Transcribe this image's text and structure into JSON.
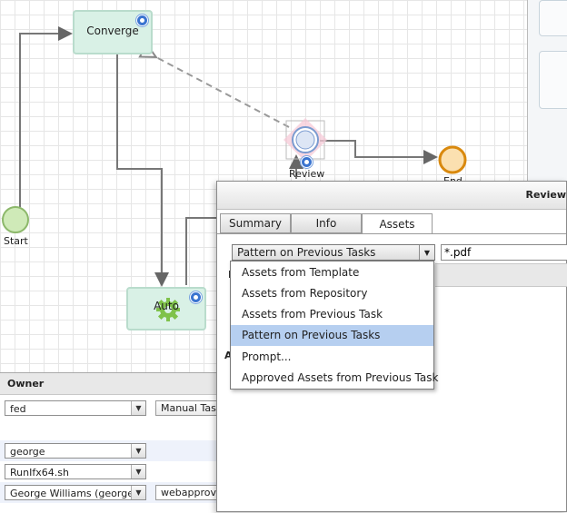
{
  "diagram": {
    "nodes": {
      "converge": "Converge",
      "review": "Review",
      "end": "End",
      "start": "Start",
      "auto": "Auto"
    }
  },
  "owner_panel": {
    "header": "Owner",
    "rows": [
      {
        "owner": "fed",
        "task_type": "Manual Task"
      },
      {
        "owner": "george"
      },
      {
        "owner": "RunIfx64.sh"
      },
      {
        "owner": "George Williams (george)",
        "extra": "webapprove"
      }
    ]
  },
  "review_dialog": {
    "title": "Review",
    "tabs": [
      {
        "label": "Summary",
        "active": false
      },
      {
        "label": "Info",
        "active": false
      },
      {
        "label": "Assets",
        "active": true
      }
    ],
    "asset_source_select": "Pattern on Previous Tasks",
    "pattern_value": "*.pdf",
    "fragments": {
      "n": "N",
      "a": "A"
    },
    "dropdown_options": [
      {
        "label": "Assets from Template",
        "selected": false
      },
      {
        "label": "Assets from Repository",
        "selected": false
      },
      {
        "label": "Assets from Previous Task",
        "selected": false
      },
      {
        "label": "Pattern on Previous Tasks",
        "selected": true
      },
      {
        "label": "Prompt...",
        "selected": false
      },
      {
        "label": "Approved Assets from Previous Task",
        "selected": false
      }
    ]
  },
  "colors": {
    "task_fill": "#d9f1e6",
    "start_fill": "#cfeab8",
    "end_stroke": "#d9890e",
    "selected_option": "#b6cff0"
  },
  "icons": [
    "chevron-down-icon",
    "gear-icon",
    "info-badge-icon"
  ]
}
